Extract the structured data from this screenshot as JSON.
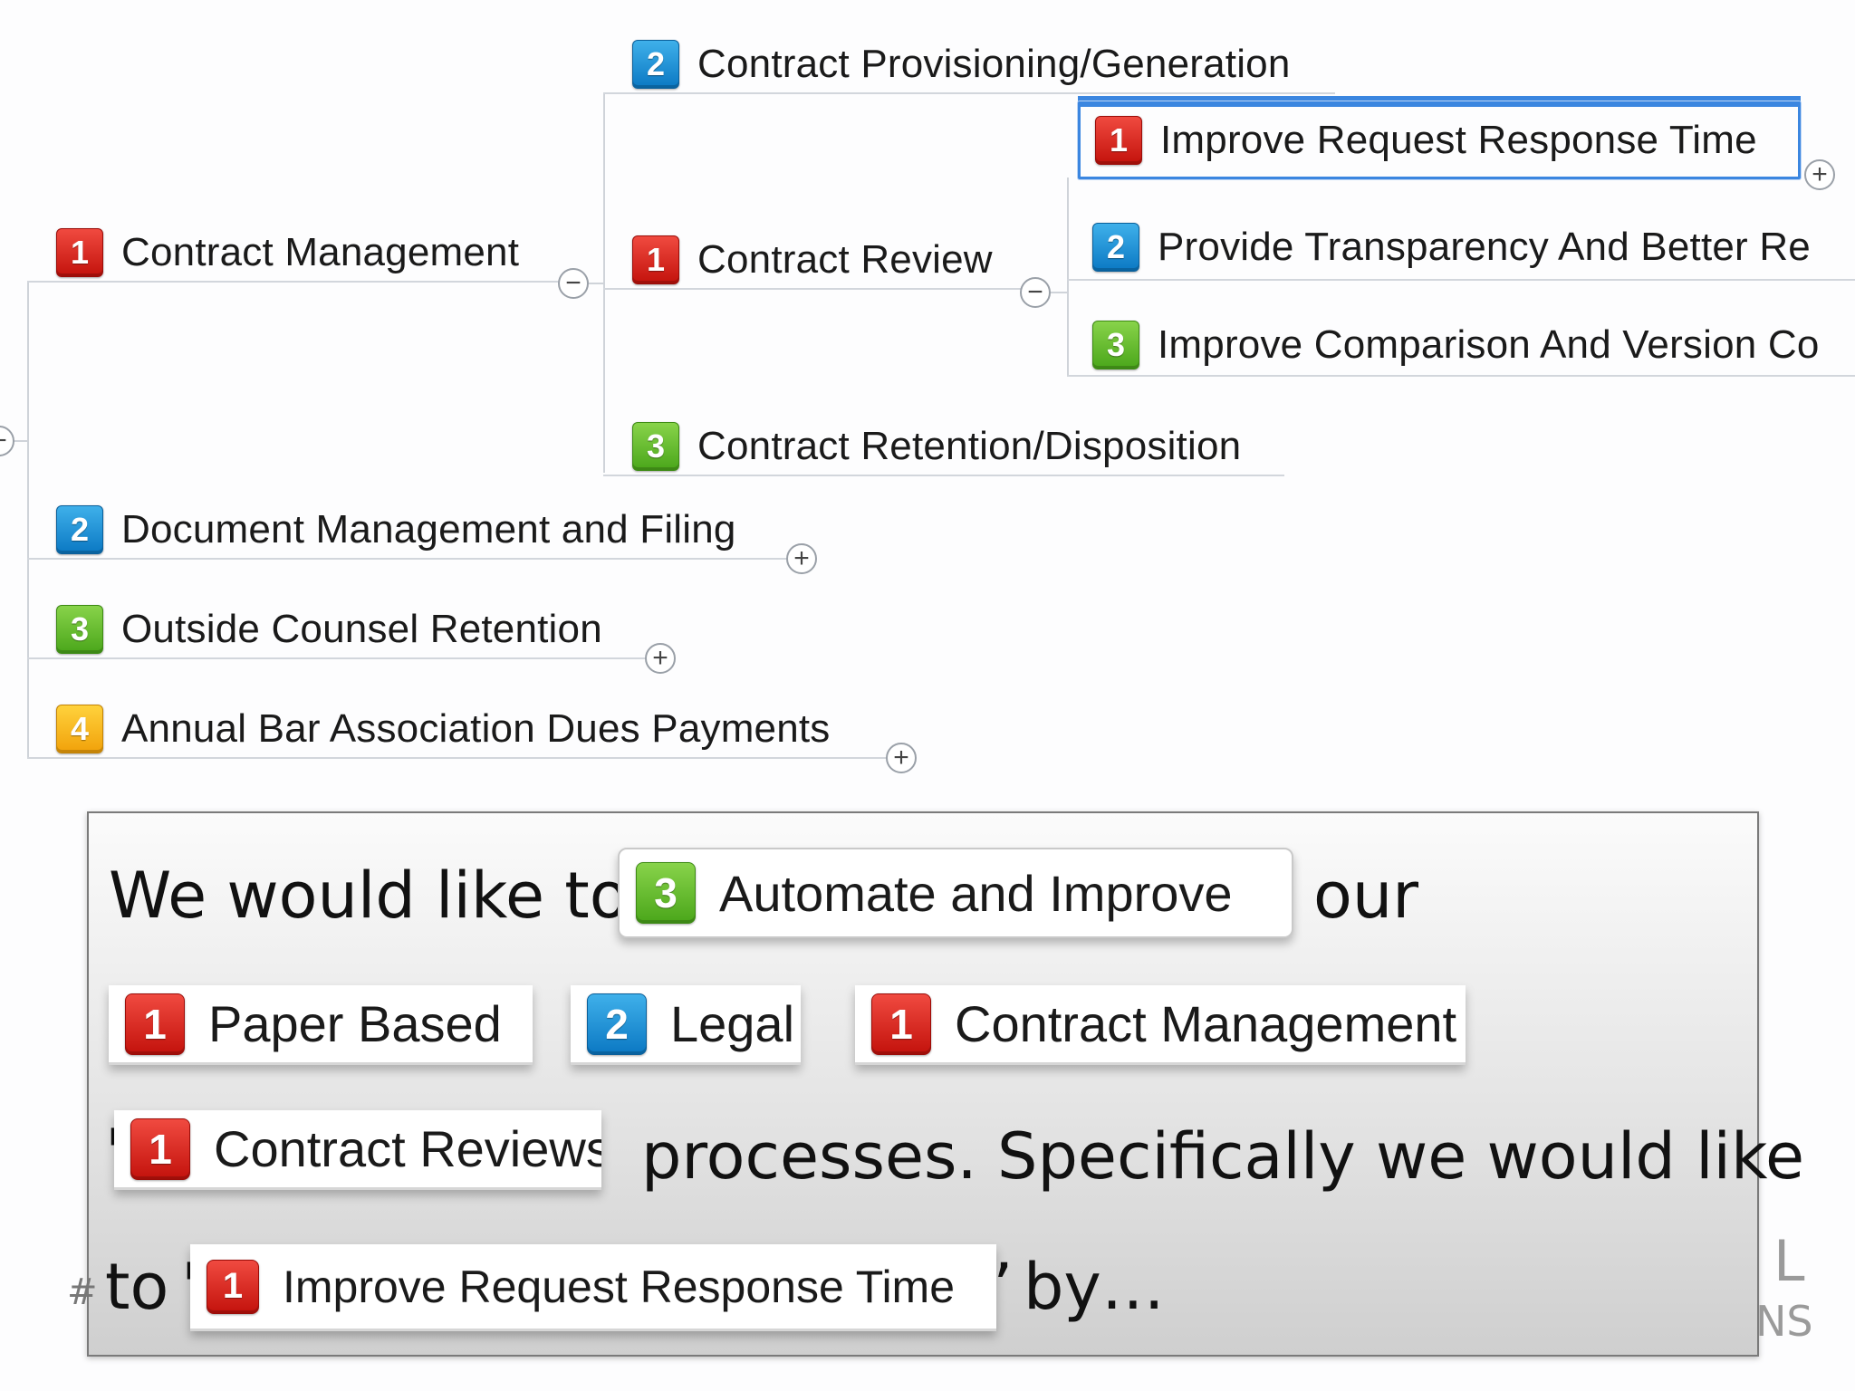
{
  "mindmap": {
    "root_toggle": "−",
    "branch": {
      "label": "Contract Management",
      "priority": "1",
      "toggle": "−"
    },
    "sub": [
      {
        "label": "Contract Provisioning/Generation",
        "priority": "2"
      },
      {
        "label": "Contract Review",
        "priority": "1",
        "toggle": "−"
      },
      {
        "label": "Contract Retention/Disposition",
        "priority": "3"
      }
    ],
    "review_children": [
      {
        "label": "Improve Request Response Time",
        "priority": "1",
        "toggle": "+"
      },
      {
        "label": "Provide Transparency And Better Re",
        "priority": "2"
      },
      {
        "label": "Improve Comparison And Version Co",
        "priority": "3"
      }
    ],
    "siblings": [
      {
        "label": "Document Management and Filing",
        "priority": "2",
        "toggle": "+"
      },
      {
        "label": "Outside Counsel Retention",
        "priority": "3",
        "toggle": "+"
      },
      {
        "label": "Annual Bar Association Dues Payments",
        "priority": "4",
        "toggle": "+"
      }
    ]
  },
  "overlay": {
    "line1_prefix": "We would like to",
    "line1_suffix": "our",
    "chip_automate": {
      "label": "Automate and Improve",
      "priority": "3"
    },
    "chip_paper": {
      "label": "Paper Based",
      "priority": "1"
    },
    "chip_legal": {
      "label": "Legal",
      "priority": "2"
    },
    "chip_cm": {
      "label": "Contract Management",
      "priority": "1"
    },
    "chip_review": {
      "label": "Contract Reviews",
      "priority": "1"
    },
    "line3_suffix": "processes. Specifically we would like",
    "line4_prefix": "to",
    "chip_irrt": {
      "label": "Improve Request Response Time",
      "priority": "1"
    },
    "line4_suffix": "by…",
    "quote_open": "'",
    "quote_close": "’",
    "hash": "#"
  },
  "watermark": {
    "line1": "L",
    "line2": "NS"
  },
  "colors": {
    "p1": "#d9231b",
    "p2": "#1a8fd6",
    "p3": "#5cb82a",
    "p4": "#f5b614",
    "selection": "#3b86e0"
  }
}
